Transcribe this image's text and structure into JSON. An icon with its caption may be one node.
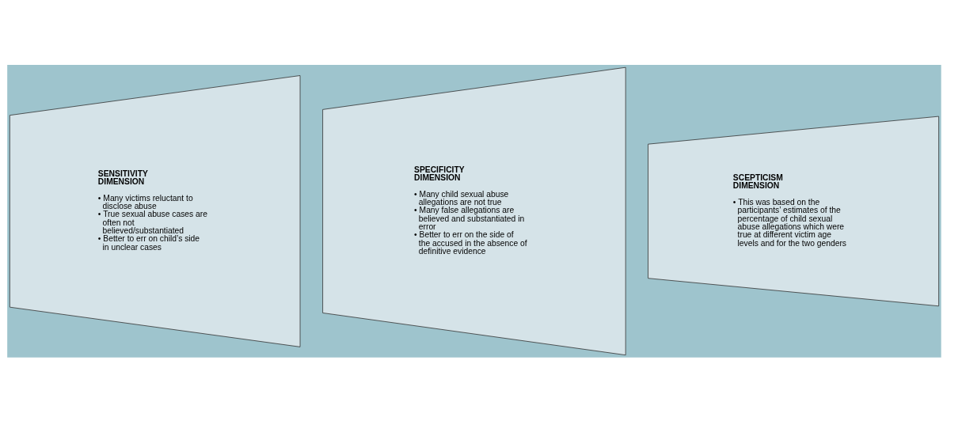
{
  "diagram": {
    "nodes": [
      {
        "text": [
          "SENSITIVITY DIMENSION",
          "• Many victims reluctant to disclose abuse",
          "• True sexual abuse cases are often not believed/substantiated",
          "• Better to err on child’s side in unclear cases"
        ]
      },
      {
        "text": [
          "SPECIFICITY DIMENSION",
          "• Many child sexual abuse allegations are not true",
          "• Many false allegations are believed and substantiated in error",
          "• Better to err on the side of the accused in the absence of definitive evidence"
        ]
      },
      {
        "text": [
          "SCEPTICISM DIMENSION",
          "• This was based on the participants’ estimates of the percentage of child sexual abuse allegations which were true at different victim age levels and for the two genders"
        ]
      }
    ]
  }
}
